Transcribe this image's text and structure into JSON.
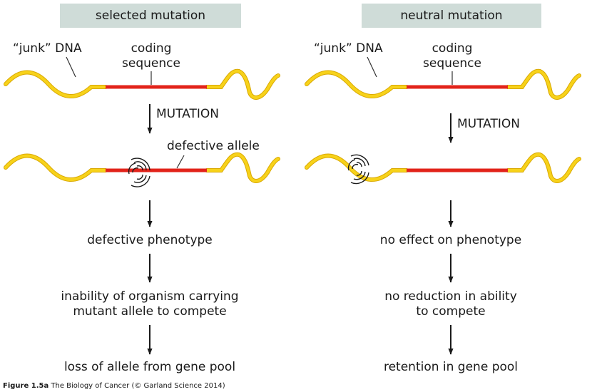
{
  "left_panel": {
    "header": "selected mutation",
    "junk_dna_label": "“junk” DNA",
    "coding_label_line1": "coding",
    "coding_label_line2": "sequence",
    "mutation_label": "MUTATION",
    "defective_allele_label": "defective allele",
    "stage1": "defective phenotype",
    "stage2_line1": "inability of organism carrying",
    "stage2_line2": "mutant allele to compete",
    "stage3": "loss of allele from gene pool"
  },
  "right_panel": {
    "header": "neutral mutation",
    "junk_dna_label": "“junk” DNA",
    "coding_label_line1": "coding",
    "coding_label_line2": "sequence",
    "mutation_label": "MUTATION",
    "stage1": "no effect on phenotype",
    "stage2_line1": "no reduction in ability",
    "stage2_line2": "to compete",
    "stage3": "retention in gene pool"
  },
  "caption": {
    "figure": "Figure 1.5a",
    "book": "The Biology of Cancer (© Garland Science 2014)"
  },
  "colors": {
    "junk_dna": "#f7d21a",
    "junk_dna_outline": "#d9a800",
    "coding_sequence": "#e2231a",
    "header_bg": "#cfdcd8",
    "arrow": "#1a1a1a"
  }
}
